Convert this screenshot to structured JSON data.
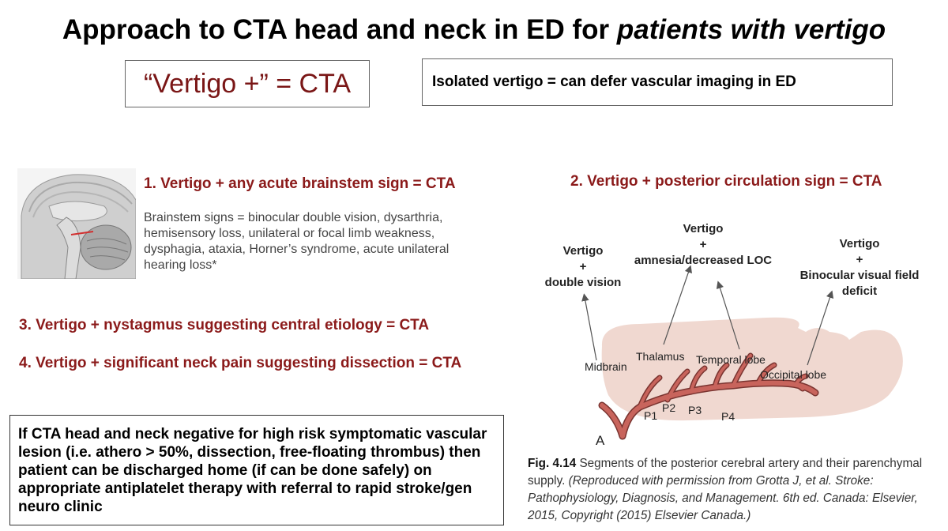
{
  "title": {
    "prefix": "Approach to CTA head and neck in ED for ",
    "italic": "patients with vertigo"
  },
  "box_cta": "“Vertigo +” = CTA",
  "box_isolated": "Isolated vertigo = can defer vascular imaging in ED",
  "rule1": {
    "heading": "1. Vertigo + any acute brainstem sign = CTA",
    "signs": "Brainstem signs = binocular double vision, dysarthria, hemisensory loss, unilateral or focal limb weakness, dysphagia, ataxia, Horner’s syndrome, acute unilateral hearing loss*"
  },
  "rule2": {
    "heading": "2. Vertigo + posterior circulation sign = CTA"
  },
  "rule3": "3. Vertigo + nystagmus suggesting central etiology = CTA",
  "rule4": "4. Vertigo + significant neck pain suggesting dissection = CTA",
  "discharge": "If CTA head and neck negative for high risk symptomatic vascular lesion (i.e. athero > 50%, dissection, free-floating thrombus) then patient can be discharged home (if can be done safely) on appropriate antiplatelet therapy with referral to rapid stroke/gen neuro clinic",
  "diagram": {
    "v1": [
      "Vertigo",
      "+",
      "double vision"
    ],
    "v2": [
      "Vertigo",
      "+",
      "amnesia/decreased LOC"
    ],
    "v3": [
      "Vertigo",
      "+",
      "Binocular visual field",
      "deficit"
    ],
    "regions": [
      "Midbrain",
      "Thalamus",
      "Temporal lobe",
      "Occipital lobe"
    ],
    "segments": [
      "P1",
      "P2",
      "P3",
      "P4"
    ],
    "panel": "A"
  },
  "caption": {
    "fig": "Fig. 4.14",
    "text": " Segments of the posterior cerebral artery and their parenchymal supply. ",
    "italic": "(Reproduced with permission from Grotta J, et al. Stroke: Pathophysiology, Diagnosis, and Management. 6th ed. Canada: Elsevier, 2015, Copyright (2015) Elsevier Canada.)"
  },
  "colors": {
    "red_text": "#8b1a1a",
    "artery": "#c8645c",
    "artery_edge": "#7a3430",
    "region": "#f0d8d0"
  }
}
